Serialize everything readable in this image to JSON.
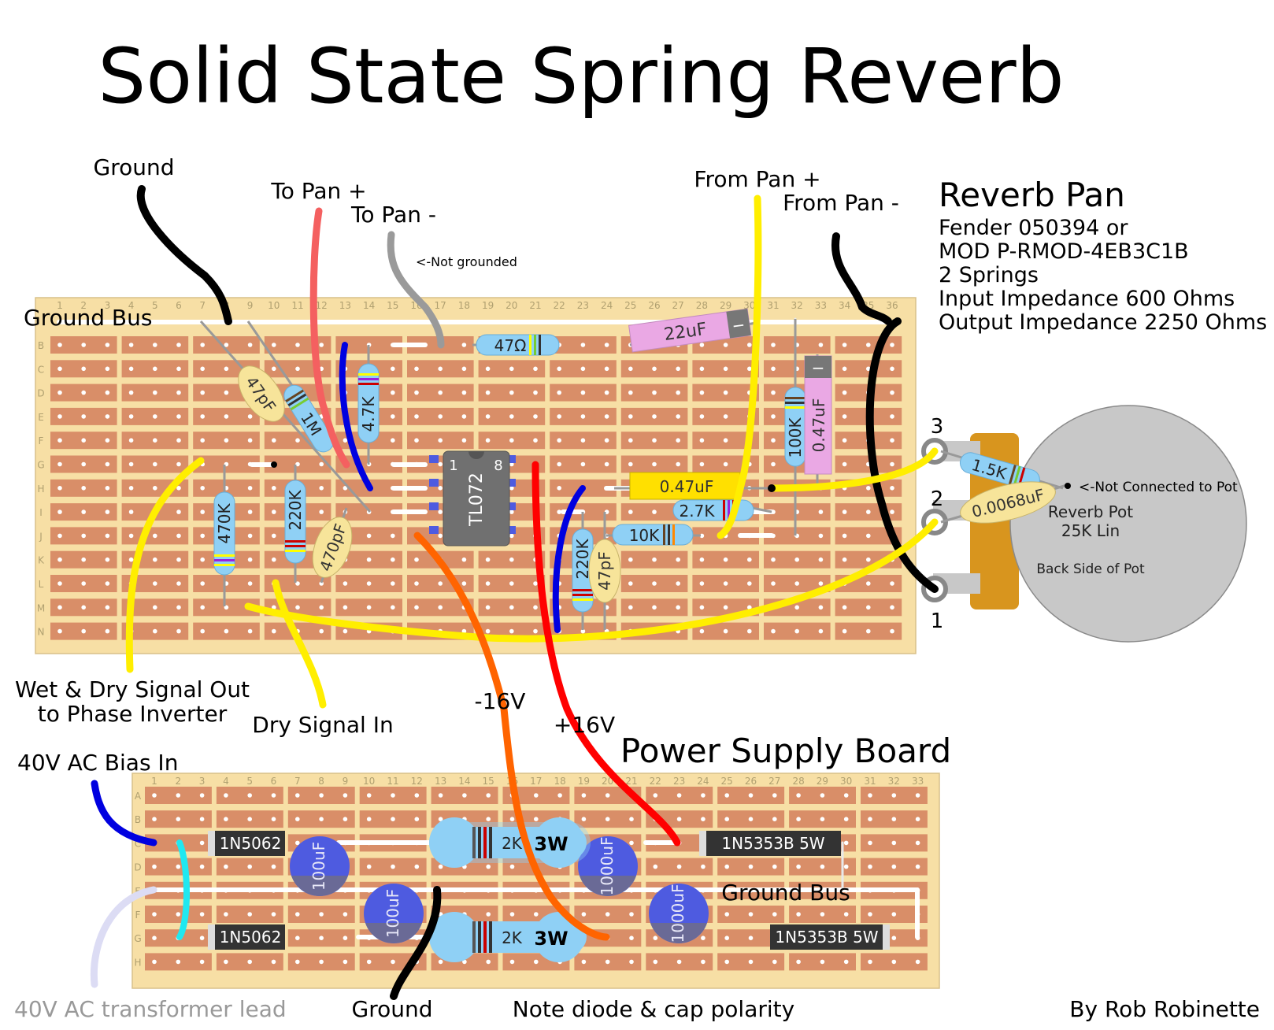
{
  "title": "Solid State Spring Reverb",
  "author": "By Rob Robinette",
  "colors": {
    "board": "#f7dfa5",
    "board_edge": "#d8c08a",
    "strip": "#d98e68",
    "hole": "#ffffff",
    "resistor": "#8fd0f5",
    "film_cap": "#f7e49a",
    "electrolytic": "#eaa8e4",
    "electro_blue": "#4e5be0",
    "ic": "#707070",
    "pot": "#c8c8c8",
    "pot_tab": "#d8951e",
    "wire_black": "#000000",
    "wire_yellow": "#ffee00",
    "wire_red": "#ff0000",
    "wire_pink": "#f46060",
    "wire_blue": "#0000e0",
    "wire_gray": "#9a9a9a",
    "wire_orange": "#ff6400",
    "wire_cyan": "#20e8f0",
    "wire_lavender": "#dcdcf4",
    "jumper": "#ffffff"
  },
  "main_board": {
    "row_letters": [
      "B",
      "C",
      "D",
      "E",
      "F",
      "G",
      "H",
      "I",
      "J",
      "K",
      "L",
      "M",
      "N"
    ],
    "column_numbers": [
      "1",
      "2",
      "3",
      "4",
      "5",
      "6",
      "7",
      "8",
      "9",
      "10",
      "11",
      "12",
      "13",
      "14",
      "15",
      "16",
      "17",
      "18",
      "19",
      "20",
      "21",
      "22",
      "23",
      "24",
      "25",
      "26",
      "27",
      "28",
      "29",
      "30",
      "31",
      "32",
      "33",
      "34",
      "35",
      "36"
    ]
  },
  "psu_board": {
    "title": "Power Supply Board",
    "row_letters": [
      "A",
      "B",
      "C",
      "D",
      "E",
      "F",
      "G",
      "H"
    ],
    "column_numbers": [
      "1",
      "2",
      "3",
      "4",
      "5",
      "6",
      "7",
      "8",
      "9",
      "10",
      "11",
      "12",
      "13",
      "14",
      "15",
      "16",
      "17",
      "18",
      "19",
      "20",
      "21",
      "22",
      "23",
      "24",
      "25",
      "26",
      "27",
      "28",
      "29",
      "30",
      "31",
      "32",
      "33"
    ]
  },
  "labels": {
    "ground_top": "Ground",
    "to_pan_plus": "To Pan +",
    "to_pan_minus": "To Pan -",
    "not_grounded": "<-Not grounded",
    "from_pan_plus": "From Pan +",
    "from_pan_minus": "From Pan -",
    "ground_bus_main": "Ground Bus",
    "wet_dry_line1": "Wet & Dry Signal Out",
    "wet_dry_line2": "to Phase Inverter",
    "dry_signal_in": "Dry Signal In",
    "minus16v": "-16V",
    "plus16v": "+16V",
    "bias_in": "40V AC Bias In",
    "ground_bus_psu": "Ground Bus",
    "transformer_lead": "40V AC transformer lead",
    "ground_bottom": "Ground",
    "note": "Note diode & cap polarity"
  },
  "reverb_pan": {
    "title": "Reverb Pan",
    "lines": [
      "Fender 050394 or",
      "MOD P-RMOD-4EB3C1B",
      "2 Springs",
      "Input Impedance 600 Ohms",
      "Output Impedance 2250 Ohms"
    ]
  },
  "pot": {
    "name_line1": "Reverb Pot",
    "name_line2": "25K Lin",
    "back_side": "Back Side of Pot",
    "not_connected": "<-Not Connected to Pot",
    "lugs": [
      "3",
      "2",
      "1"
    ],
    "resistor": "1.5K",
    "cap": "0.0068uF"
  },
  "components": {
    "r_47ohm": "47Ω",
    "c_22uf": "22uF",
    "c_47pf_a": "47pF",
    "r_1m": "1M",
    "r_4k7": "4.7K",
    "r_100k": "100K",
    "c_047_vert": "0.47uF",
    "ic_name": "TL072",
    "ic_pin1": "1",
    "ic_pin8": "8",
    "c_047_horiz": "0.47uF",
    "r_2k7": "2.7K",
    "r_10k": "10K",
    "r_470k": "470K",
    "r_220k_a": "220K",
    "c_470pf": "470pF",
    "r_220k_b": "220K",
    "c_47pf_b": "47pF",
    "polarity_mark": "−"
  },
  "psu_components": {
    "diode_top": "1N5062",
    "diode_bottom": "1N5062",
    "cap_100_a": "100uF",
    "cap_100_b": "100uF",
    "res_top": "2K",
    "res_top_w": "3W",
    "res_bottom": "2K",
    "res_bottom_w": "3W",
    "cap_1000_a": "1000uF",
    "cap_1000_b": "1000uF",
    "zener_top": "1N5353B 5W",
    "zener_bottom": "1N5353B 5W"
  }
}
